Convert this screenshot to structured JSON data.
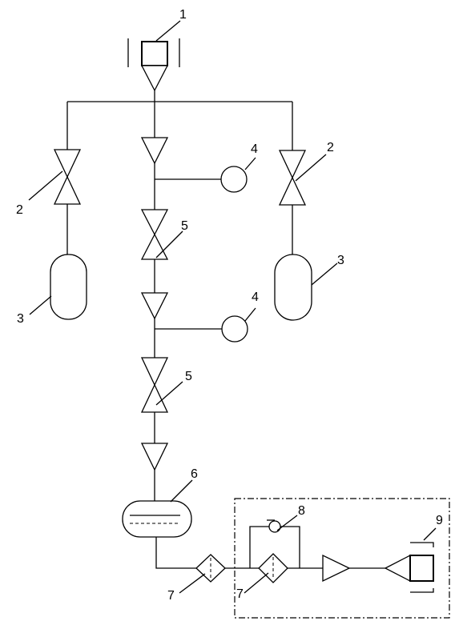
{
  "labels": {
    "l1": "1",
    "l2a": "2",
    "l2b": "2",
    "l3a": "3",
    "l3b": "3",
    "l4a": "4",
    "l4b": "4",
    "l5a": "5",
    "l5b": "5",
    "l6": "6",
    "l7a": "7",
    "l7b": "7",
    "l8": "8",
    "l9": "9"
  }
}
